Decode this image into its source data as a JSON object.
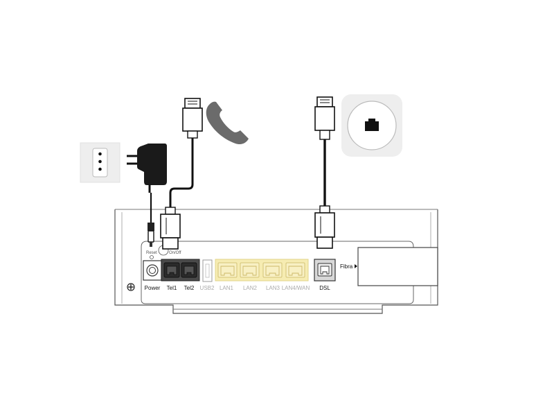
{
  "ports": {
    "reset": "Reset",
    "wps": "On/Off",
    "power": "Power",
    "tel1": "Tel1",
    "tel2": "Tel2",
    "usb2": "USB2",
    "lan1": "LAN1",
    "lan2": "LAN2",
    "lan3": "LAN3",
    "lan4": "LAN4/WAN",
    "dsl": "DSL",
    "fibra": "Fibra"
  },
  "colors": {
    "lan_highlight": "#f6ecb2",
    "tel_port_fill": "#4a4a4a",
    "cable": "#111111",
    "device_outline": "#333333",
    "wall_panel": "#eeeeee"
  },
  "icons": [
    "wall-power-socket-icon",
    "power-adapter-icon",
    "phone-handset-icon",
    "wall-phone-jack-icon",
    "rj11-plug-icon",
    "dc-plug-icon"
  ]
}
